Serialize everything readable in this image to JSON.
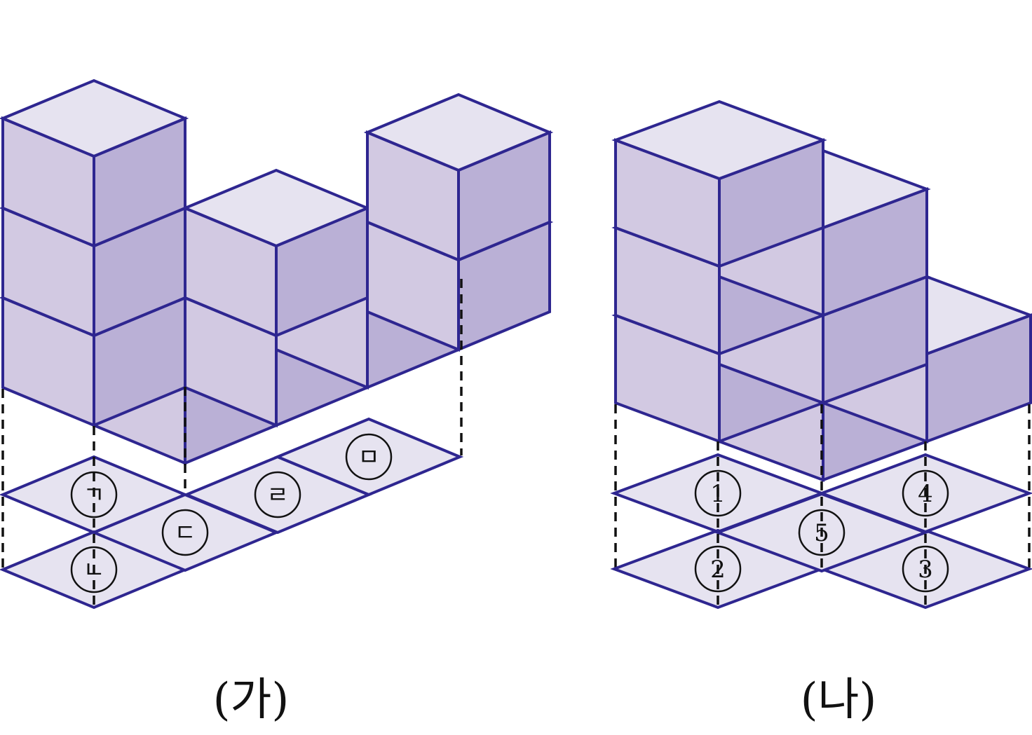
{
  "figures": [
    {
      "caption": "(가)",
      "base_labels": [
        "ㄱ",
        "ㄴ",
        "ㄷ",
        "ㄹ",
        "ㅁ"
      ]
    },
    {
      "caption": "(나)",
      "base_labels": [
        "1",
        "2",
        "3",
        "4",
        "5"
      ]
    }
  ],
  "colors": {
    "outline": "#2e2690",
    "top_face": "#e6e3f0",
    "left_face": "#d2c9e2",
    "right_face": "#bab0d6",
    "guide_dash": "#111111"
  }
}
